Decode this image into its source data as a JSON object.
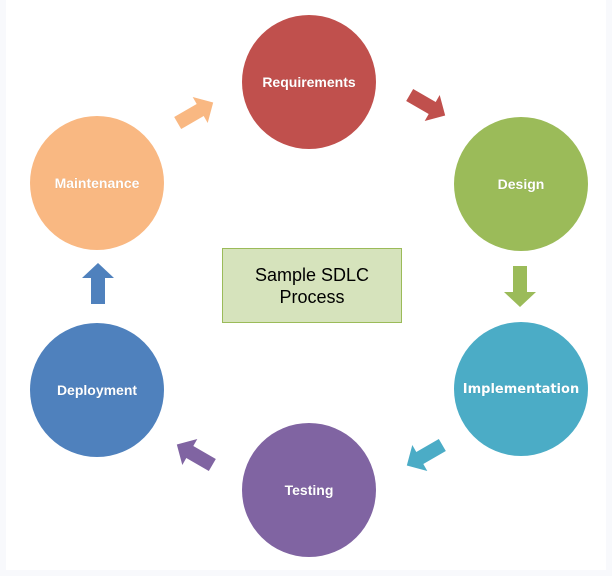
{
  "title": {
    "line1": "Sample SDLC",
    "line2": "Process"
  },
  "phases": [
    {
      "label": "Requirements",
      "color": "#c0504d"
    },
    {
      "label": "Design",
      "color": "#9bbb59"
    },
    {
      "label": "Implementation",
      "color": "#4bacc6"
    },
    {
      "label": "Testing",
      "color": "#8064a2"
    },
    {
      "label": "Deployment",
      "color": "#4f81bd"
    },
    {
      "label": "Maintenance",
      "color": "#f9b882"
    }
  ],
  "arrows": [
    {
      "from": "Requirements",
      "to": "Design",
      "icon": "arrow-down-right-icon"
    },
    {
      "from": "Design",
      "to": "Implementation",
      "icon": "arrow-down-icon"
    },
    {
      "from": "Implementation",
      "to": "Testing",
      "icon": "arrow-down-left-icon"
    },
    {
      "from": "Testing",
      "to": "Deployment",
      "icon": "arrow-up-left-icon"
    },
    {
      "from": "Deployment",
      "to": "Maintenance",
      "icon": "arrow-up-icon"
    },
    {
      "from": "Maintenance",
      "to": "Requirements",
      "icon": "arrow-up-right-icon"
    }
  ]
}
